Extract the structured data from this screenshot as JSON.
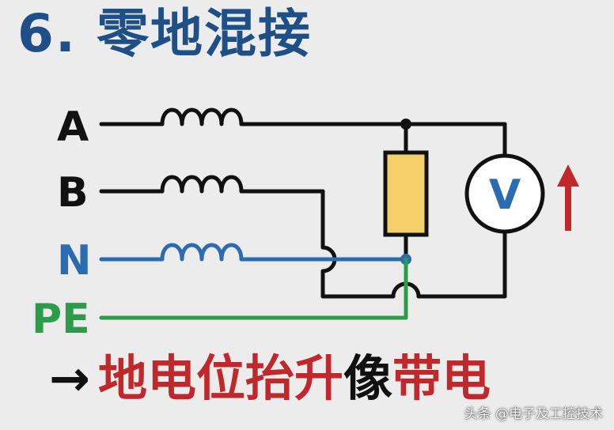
{
  "title": "6. 零地混接",
  "labels": {
    "a": "A",
    "b": "B",
    "n": "N",
    "pe": "PE"
  },
  "voltmeter_label": "V",
  "bottom_text": {
    "arrow": "→",
    "part1": "地电位抬升",
    "part2": "像",
    "part3": "带电"
  },
  "watermark": "头条 @电子及工控技术",
  "colors": {
    "title": "#1e4f86",
    "line_black": "#111111",
    "line_n": "#2b6cb0",
    "line_pe": "#2e9b4a",
    "resistor_fill": "#f4cf6a",
    "voltage_arrow": "#c0282c",
    "text_red": "#c0282c"
  }
}
